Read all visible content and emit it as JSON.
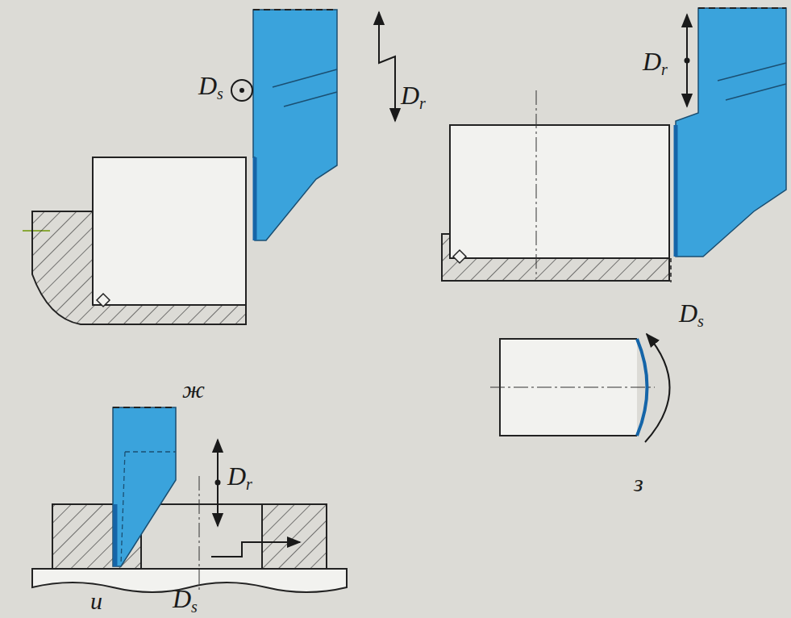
{
  "diagram": {
    "labels": [
      "Ds",
      "Dr",
      "Dr",
      "Ds",
      "ж",
      "з",
      "Dr",
      "Ds",
      "и"
    ]
  }
}
